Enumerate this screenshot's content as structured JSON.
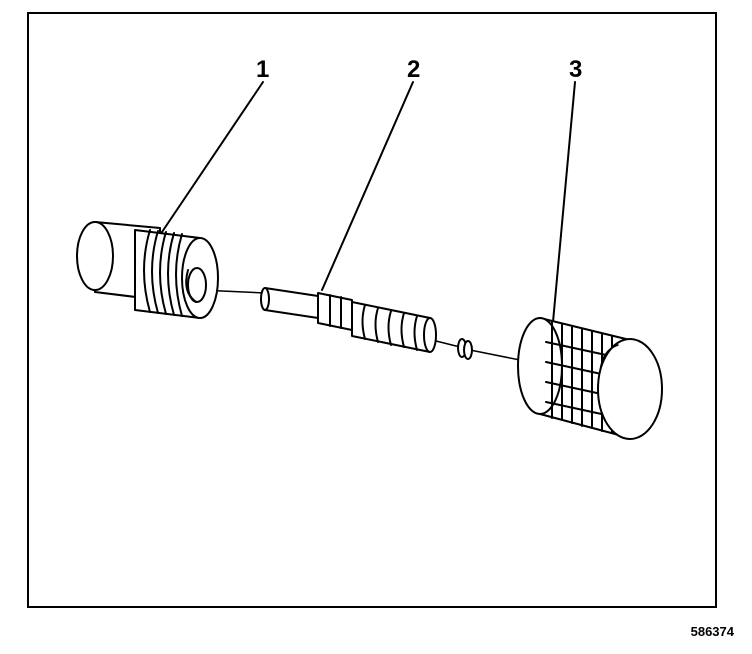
{
  "callouts": {
    "c1": "1",
    "c2": "2",
    "c3": "3"
  },
  "figure_id": "586374"
}
